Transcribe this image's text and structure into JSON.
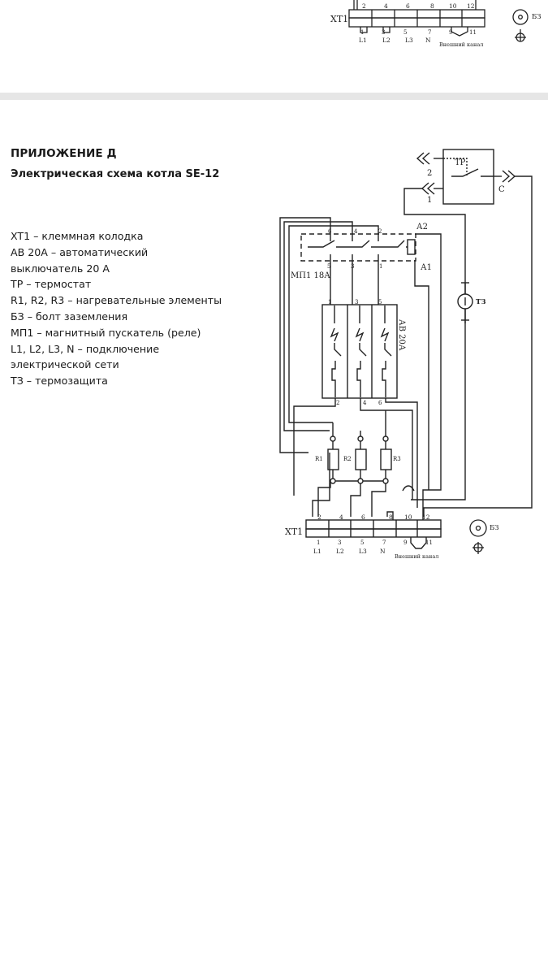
{
  "top_fragment": {
    "terminal_label": "XT1",
    "top_terminal_numbers": [
      "2",
      "4",
      "6",
      "8",
      "10",
      "12"
    ],
    "bottom_terminal_numbers": [
      "1",
      "3",
      "5",
      "7",
      "9",
      "11"
    ],
    "line_labels": [
      "L1",
      "L2",
      "L3",
      "N"
    ],
    "external_channel": "Внешний канал",
    "ground_bolt": "БЗ"
  },
  "appendix": {
    "title": "ПРИЛОЖЕНИЕ Д",
    "subtitle": "Электрическая схема котла SE-12"
  },
  "legend": [
    "XT1 – клеммная колодка",
    "АВ 20А – автоматический",
    "выключатель 20 А",
    "ТР – термостат",
    "R1, R2, R3 – нагревательные элементы",
    "БЗ – болт заземления",
    "МП1 – магнитный пускатель (реле)",
    "L1, L2, L3, N – подключение",
    "электрической сети",
    "ТЗ – термозащита"
  ],
  "diagram": {
    "thermostat": "ТР",
    "thermostat_contacts": [
      "2",
      "1",
      "С"
    ],
    "contactor": "МП1 18А",
    "contactor_top_terminals": [
      "6",
      "4",
      "2"
    ],
    "contactor_bottom_terminals": [
      "5",
      "3",
      "1"
    ],
    "coil_terminals": [
      "А2",
      "А1"
    ],
    "thermal_protection": "ТЗ",
    "breaker": "АВ 20А",
    "breaker_top_terminals": [
      "1",
      "3",
      "5"
    ],
    "breaker_bottom_terminals": [
      "2",
      "4",
      "6"
    ],
    "heaters": [
      "R1",
      "R2",
      "R3"
    ],
    "terminal_block": "XT1",
    "terminal_top_numbers": [
      "2",
      "4",
      "6",
      "8",
      "10",
      "12"
    ],
    "terminal_bottom_numbers": [
      "1",
      "3",
      "5",
      "7",
      "9",
      "11"
    ],
    "line_labels": [
      "L1",
      "L2",
      "L3",
      "N"
    ],
    "external_channel": "Внешний канал",
    "ground_bolt": "БЗ"
  }
}
